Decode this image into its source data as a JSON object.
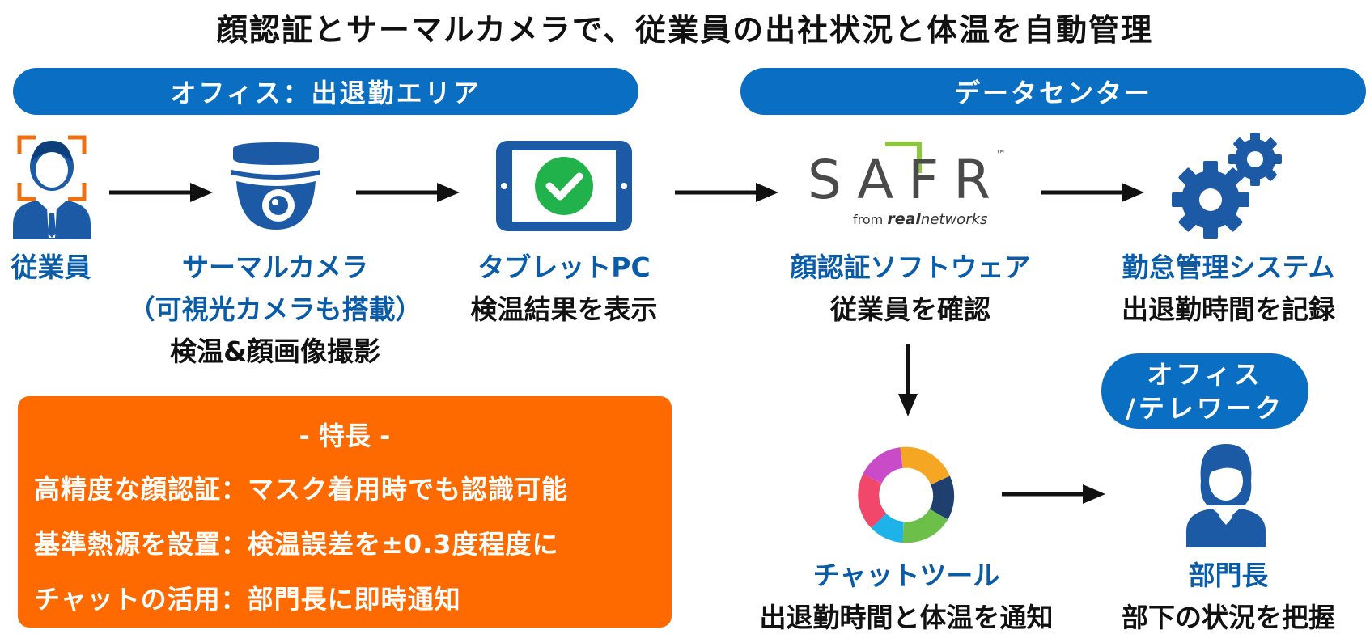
{
  "title": "顔認証とサーマルカメラで、従業員の出社状況と体温を自動管理",
  "sections": {
    "office": "オフィス：出退勤エリア",
    "datacenter": "データセンター",
    "telework_line1": "オフィス",
    "telework_line2": "/テレワーク"
  },
  "nodes": {
    "employee": {
      "name": "従業員"
    },
    "camera": {
      "name_line1": "サーマルカメラ",
      "name_line2": "（可視光カメラも搭載）",
      "desc": "検温&顔画像撮影"
    },
    "tablet": {
      "name": "タブレットPC",
      "desc": "検温結果を表示"
    },
    "software": {
      "name": "顔認証ソフトウェア",
      "desc": "従業員を確認"
    },
    "attendance": {
      "name": "勤怠管理システム",
      "desc": "出退勤時間を記録"
    },
    "chat": {
      "name": "チャットツール",
      "desc": "出退勤時間と体温を通知"
    },
    "manager": {
      "name": "部門長",
      "desc": "部下の状況を把握"
    }
  },
  "logo": {
    "text": "SAFR",
    "trademark": "™",
    "from": "from",
    "brand_bold": "real",
    "brand_rest": "networks"
  },
  "features": {
    "heading": "- 特長 -",
    "items": [
      "高精度な顔認証：マスク着用時でも認識可能",
      "基準熱源を設置：検温誤差を±0.3度程度に",
      "チャットの活用：部門長に即時通知"
    ]
  },
  "colors": {
    "blue": "#0a6fc2",
    "dark_blue": "#0a5ba8",
    "orange": "#ff6a00",
    "icon_blue": "#1c5aa6",
    "check_green": "#22b24c"
  },
  "icons": [
    "person-scan-icon",
    "dome-camera-icon",
    "tablet-check-icon",
    "gears-icon",
    "chat-ring-icon",
    "woman-icon"
  ]
}
